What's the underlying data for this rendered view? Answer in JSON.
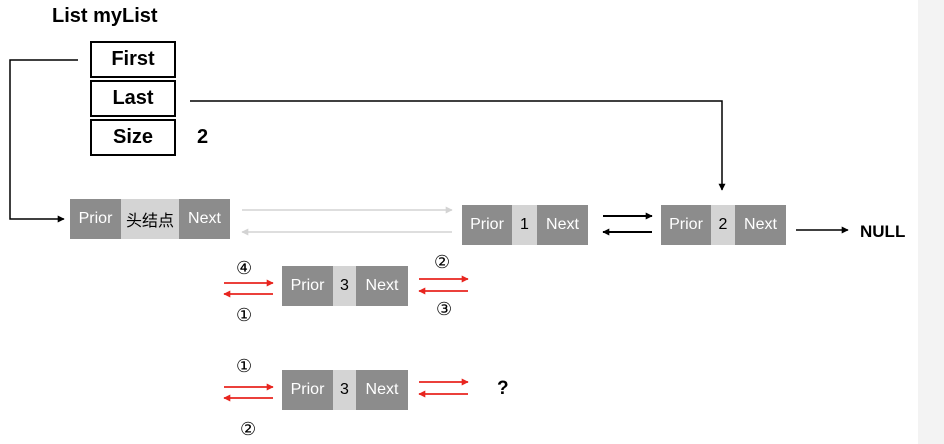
{
  "list": {
    "title": "List myList",
    "fields": {
      "first": "First",
      "last": "Last",
      "size": "Size"
    },
    "size_value": "2"
  },
  "nodes": {
    "head": {
      "prior": "Prior",
      "value": "头结点",
      "next": "Next"
    },
    "node1": {
      "prior": "Prior",
      "value": "1",
      "next": "Next"
    },
    "node2": {
      "prior": "Prior",
      "value": "2",
      "next": "Next"
    },
    "insert_a": {
      "prior": "Prior",
      "value": "3",
      "next": "Next"
    },
    "insert_b": {
      "prior": "Prior",
      "value": "3",
      "next": "Next"
    }
  },
  "labels": {
    "null": "NULL",
    "question": "?",
    "step_a_4": "④",
    "step_a_1": "①",
    "step_a_2": "②",
    "step_a_3": "③",
    "step_b_1": "①",
    "step_b_2": "②"
  },
  "colors": {
    "node_gray": "#8c8c8c",
    "value_gray": "#d4d4d4",
    "arrow_red": "#e8251f",
    "arrow_faint": "#d3d3d3"
  }
}
